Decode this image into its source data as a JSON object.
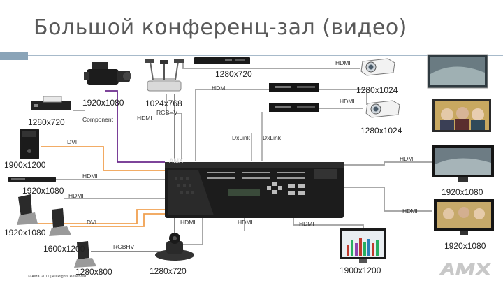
{
  "title": "Большой конференц-зал (видео)",
  "brand": "AMX",
  "footer": "© AMX 2011 | All Rights Reserved",
  "colors": {
    "hdmi": "#9e9e9e",
    "component": "#6b2a8c",
    "rgbhv": "#7a7a7a",
    "dvi": "#f0a050",
    "dxlink": "#b0b0b0",
    "accent_bar": "#8aa4b8"
  },
  "resolutions": {
    "top_720": "1280x720",
    "top_1024": "1280x1024",
    "cam_1080": "1920x1080",
    "doc_768": "1024x768",
    "src_720": "1280x720",
    "right_1024": "1280x1024",
    "pc_1200": "1900x1200",
    "left_1080": "1920x1080",
    "mon_1080": "1920x1080",
    "left2_1080": "1920x1080",
    "mon2_1080": "1920x1080",
    "bottom_1600": "1600x1200",
    "bottom_800": "1280x800",
    "bottom_720": "1280x720",
    "bottom_1200": "1900x1200"
  },
  "signals": {
    "hdmi_top": "HDMI",
    "hdmi_a": "HDMI",
    "hdmi_b": "HDMI",
    "rgbhv_doc": "RGBHV",
    "hdmi_doc": "HDMI",
    "component": "Component",
    "dxlink_a": "DxLink",
    "dxlink_b": "DxLink",
    "dvi_pc": "DVI",
    "hdmi_right1": "HDMI",
    "hdmi_left1": "HDMI",
    "hdmi_left2": "HDMI",
    "hdmi_right2": "HDMI",
    "dvi_low": "DVI",
    "hdmi_cam": "HDMI",
    "hdmi_mid": "HDMI",
    "hdmi_mid2": "HDMI",
    "rgbhv_low": "RGBHV"
  }
}
